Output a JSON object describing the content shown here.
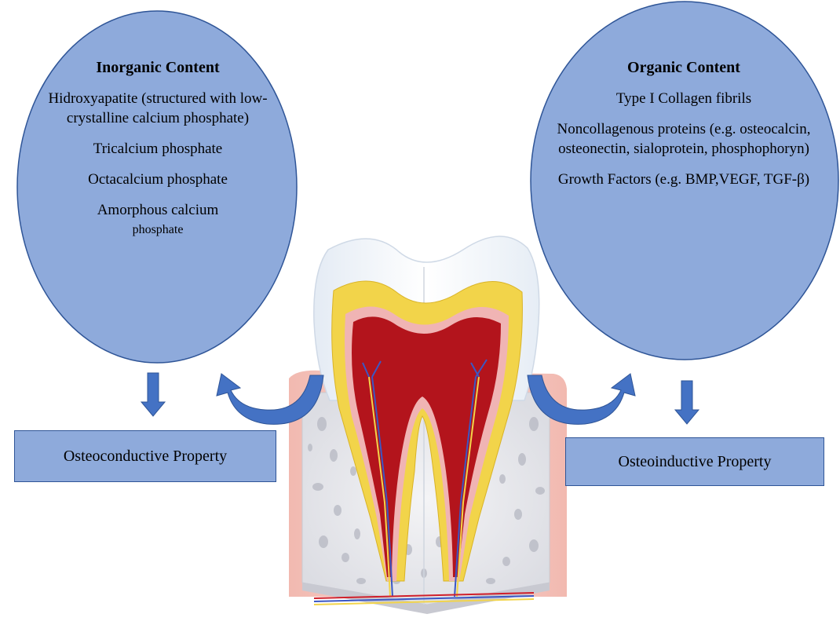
{
  "inorganic": {
    "title": "Inorganic Content",
    "items": [
      "Hidroxyapatite (structured with low-crystalline calcium phosphate)",
      "Tricalcium phosphate",
      "Octacalcium phosphate"
    ],
    "last_item_line1": "Amorphous calcium",
    "last_item_line2": "phosphate"
  },
  "organic": {
    "title": "Organic Content",
    "items": [
      "Type I Collagen fibrils",
      "Noncollagenous proteins (e.g. osteocalcin, osteonectin, sialoprotein, phosphophoryn)",
      "Growth Factors (e.g. BMP,VEGF, TGF-β)"
    ]
  },
  "boxes": {
    "left": "Osteoconductive Property",
    "right": "Osteoinductive Property"
  },
  "colors": {
    "ellipse_fill": "#8eaadb",
    "ellipse_border": "#2f5597",
    "arrow_fill": "#4472c4",
    "box_fill": "#8eaadb",
    "enamel": "#f2f6fb",
    "dentin": "#f2d44a",
    "pulp": "#b3141c",
    "gum": "#f4c6be"
  }
}
